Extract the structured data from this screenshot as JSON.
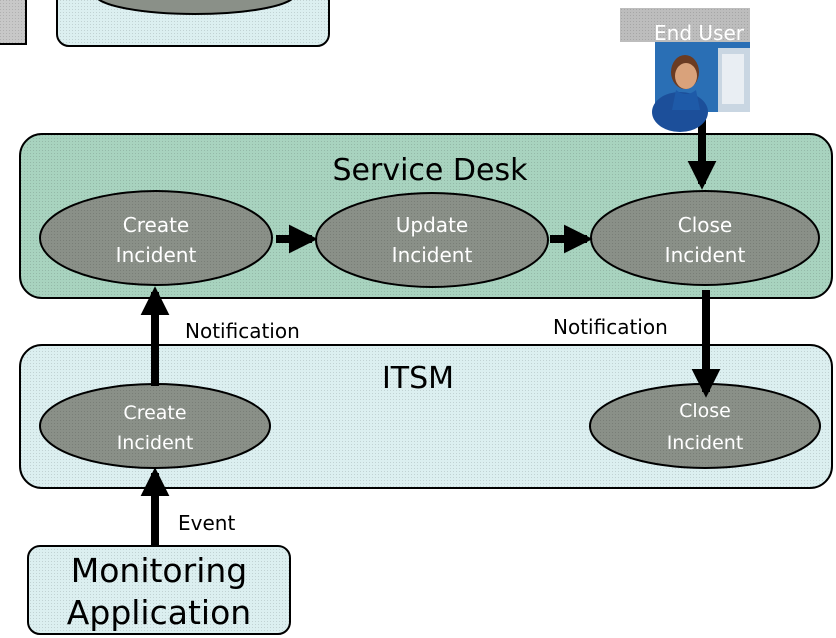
{
  "service_desk": {
    "title": "Service Desk",
    "create_incident": [
      "Create",
      "Incident"
    ],
    "update_incident": [
      "Update",
      "Incident"
    ],
    "close_incident": [
      "Close",
      "Incident"
    ]
  },
  "itsm": {
    "title": "ITSM",
    "create_incident": [
      "Create",
      "Incident"
    ],
    "close_incident": [
      "Close",
      "Incident"
    ]
  },
  "end_user": {
    "label": "End User"
  },
  "monitoring_application": {
    "lines": [
      "Monitoring",
      "Application"
    ]
  },
  "edges": {
    "notification_left": "Notification",
    "notification_right": "Notification",
    "event": "Event"
  },
  "colors": {
    "service_desk_fill": "#a8d3bf",
    "itsm_fill": "#dceff0",
    "monitoring_fill": "#dceff0",
    "ellipse_fill": "#8a9088",
    "stroke": "#000000"
  }
}
